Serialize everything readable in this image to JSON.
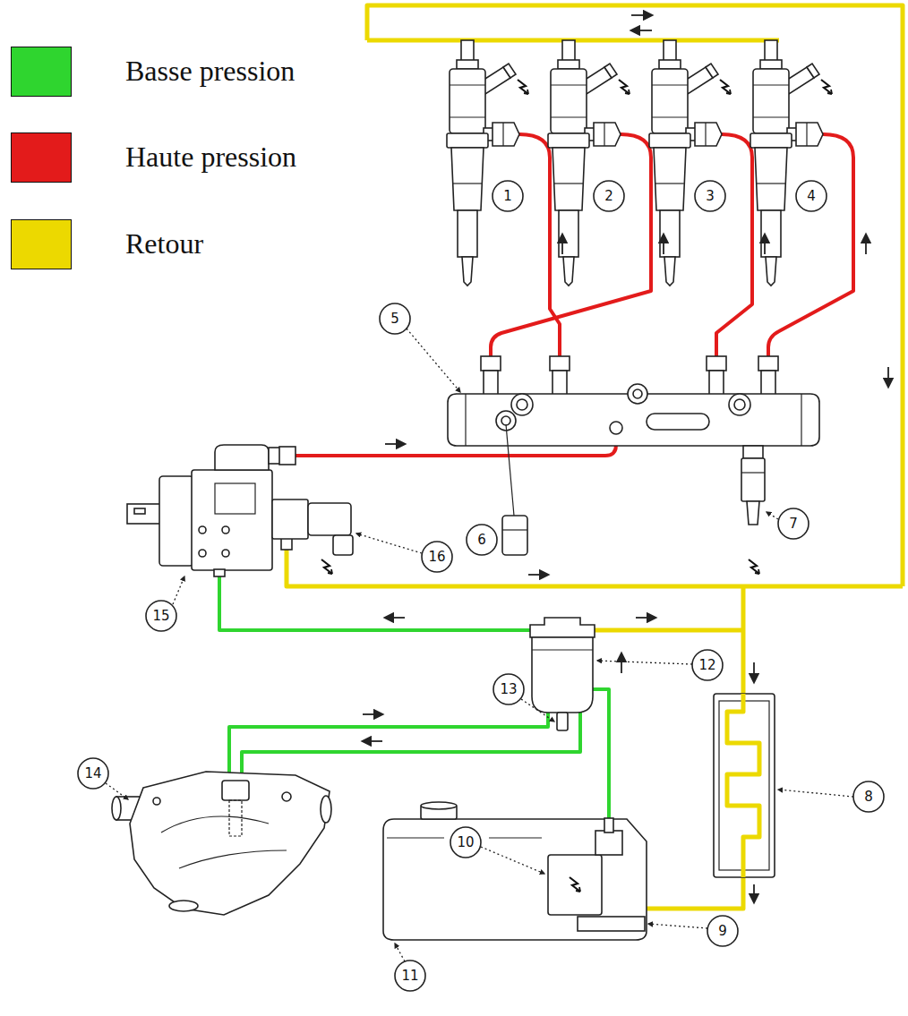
{
  "diagram": {
    "labels": [
      "1",
      "2",
      "3",
      "4",
      "5",
      "7",
      "6",
      "16",
      "15",
      "12",
      "13",
      "14",
      "8",
      "10",
      "9",
      "11"
    ],
    "legend": [
      {
        "text": "Basse pression",
        "color": "#2fd52f"
      },
      {
        "text": "Haute pression",
        "color": "#e31b1b"
      },
      {
        "text": "Retour",
        "color": "#ecd900"
      }
    ]
  }
}
